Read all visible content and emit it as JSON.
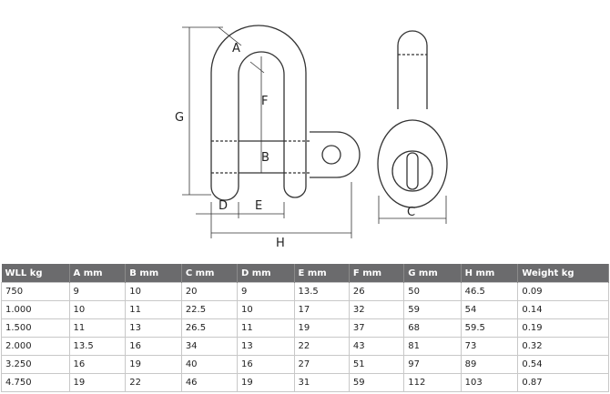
{
  "diagram": {
    "labels": {
      "A": "A",
      "B": "B",
      "C": "C",
      "D": "D",
      "E": "E",
      "F": "F",
      "G": "G",
      "H": "H"
    }
  },
  "table": {
    "headers": [
      "WLL kg",
      "A mm",
      "B mm",
      "C mm",
      "D mm",
      "E mm",
      "F mm",
      "G mm",
      "H mm",
      "Weight kg"
    ],
    "rows": [
      [
        "750",
        "9",
        "10",
        "20",
        "9",
        "13.5",
        "26",
        "50",
        "46.5",
        "0.09"
      ],
      [
        "1.000",
        "10",
        "11",
        "22.5",
        "10",
        "17",
        "32",
        "59",
        "54",
        "0.14"
      ],
      [
        "1.500",
        "11",
        "13",
        "26.5",
        "11",
        "19",
        "37",
        "68",
        "59.5",
        "0.19"
      ],
      [
        "2.000",
        "13.5",
        "16",
        "34",
        "13",
        "22",
        "43",
        "81",
        "73",
        "0.32"
      ],
      [
        "3.250",
        "16",
        "19",
        "40",
        "16",
        "27",
        "51",
        "97",
        "89",
        "0.54"
      ],
      [
        "4.750",
        "19",
        "22",
        "46",
        "19",
        "31",
        "59",
        "112",
        "103",
        "0.87"
      ]
    ]
  }
}
